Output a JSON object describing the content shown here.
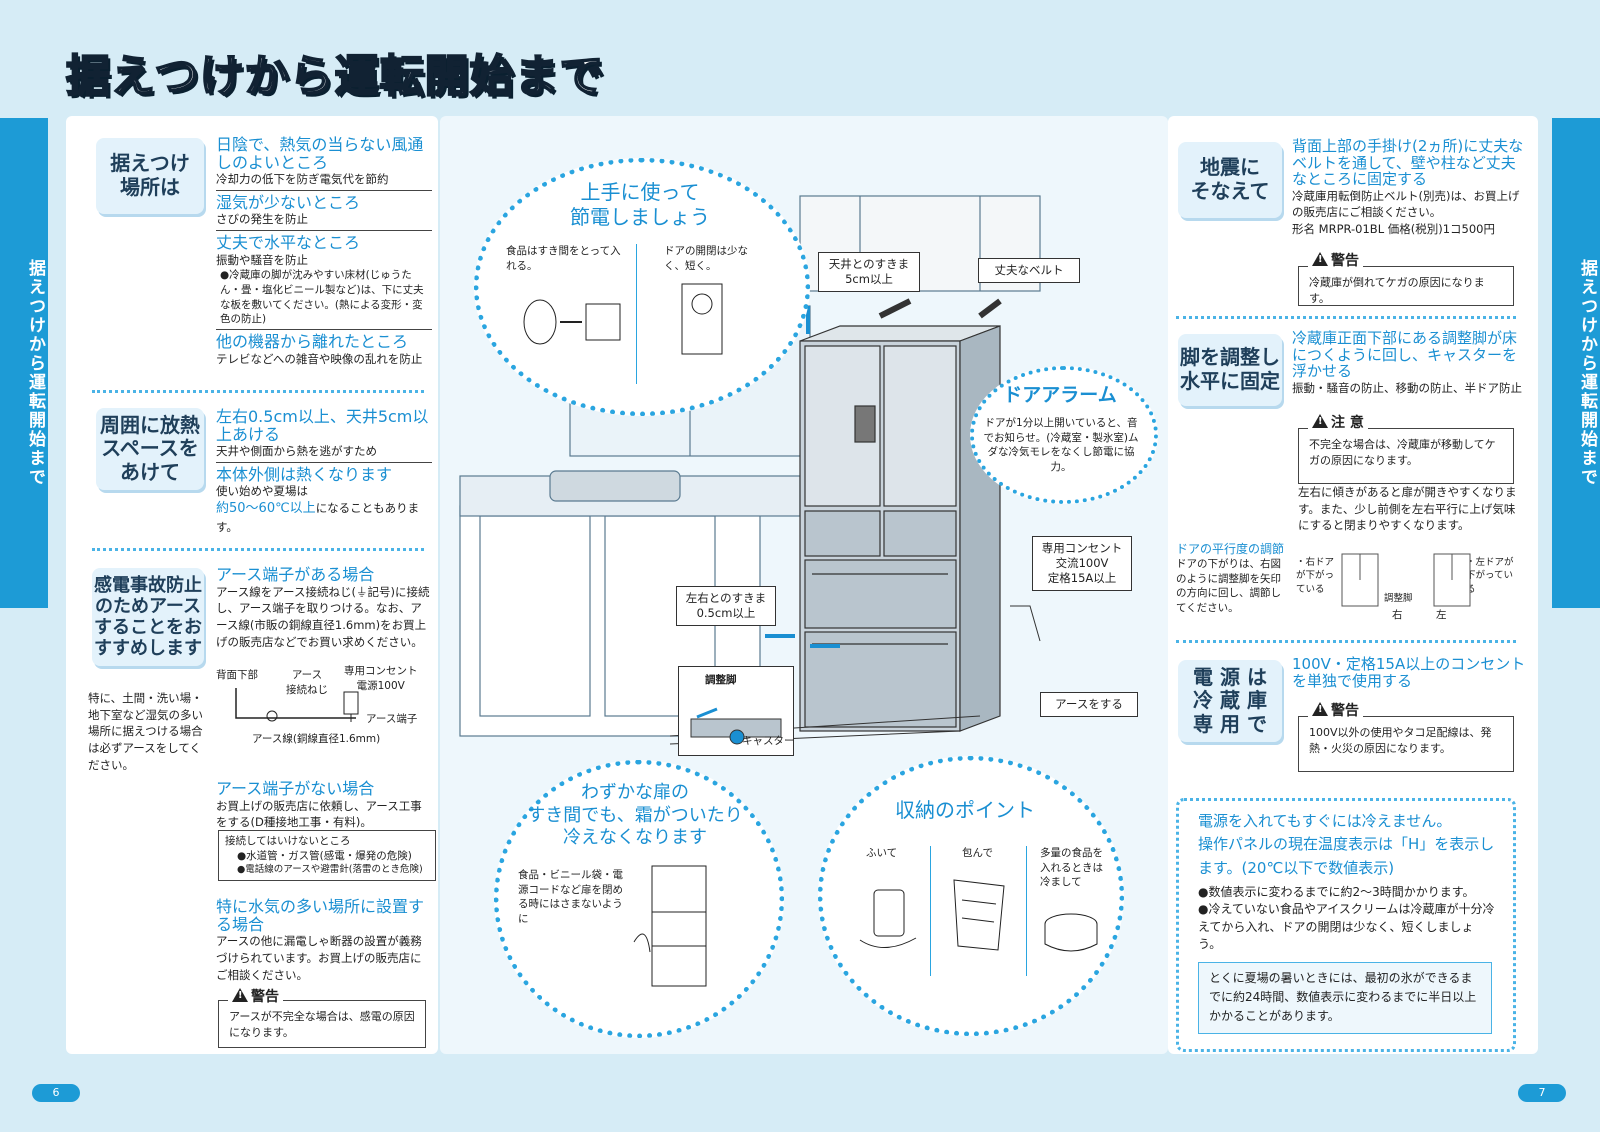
{
  "title": "据えつけから運転開始まで",
  "side_tab": "据えつけから運転開始まで",
  "page_left": "6",
  "page_right": "7",
  "left": {
    "sec1": {
      "label": "据えつけ\n場所は",
      "items": [
        {
          "h": "日陰で、熱気の当らない風通しのよいところ",
          "t": "冷却力の低下を防ぎ電気代を節約"
        },
        {
          "h": "湿気が少ないところ",
          "t": "さびの発生を防止"
        },
        {
          "h": "丈夫で水平なところ",
          "t": "振動や騒音を防止"
        },
        {
          "h": "他の機器から離れたところ",
          "t": "テレビなどへの雑音や映像の乱れを防止"
        }
      ],
      "note": "●冷蔵庫の脚が沈みやすい床材(じゅうたん・畳・塩化ビニール製など)は、下に丈夫な板を敷いてください。(熱による変形・変色の防止)"
    },
    "sec2": {
      "label": "周囲に放熱\nスペースを\nあけて",
      "h1": "左右0.5cm以上、天井5cm以上あける",
      "t1": "天井や側面から熱を逃がすため",
      "h2": "本体外側は熱くなります",
      "t2a": "使い始めや夏場は",
      "t2b": "約50〜60℃以上",
      "t2c": "になることもあります。"
    },
    "sec3": {
      "label": "感電事故防止\nのためアース\nすることをお\nすすめします",
      "side_note": "特に、土間・洗い場・地下室など湿気の多い場所に据えつける場合は必ずアースをしてください。",
      "h1": "アース端子がある場合",
      "t1": "アース線をアース接続ねじ(⏚記号)に接続し、アース端子を取りつける。なお、アース線(市販の銅線直径1.6mm)をお買上げの販売店などでお買い求めください。",
      "diagram": {
        "back": "背面下部",
        "screw": "アース\n接続ねじ",
        "outlet": "専用コンセント\n電源100V",
        "terminal": "アース端子",
        "wire": "アース線(銅線直径1.6mm)"
      },
      "h2": "アース端子がない場合",
      "t2": "お買上げの販売店に依頼し、アース工事をする(D種接地工事・有料)。",
      "ng_title": "接続してはいけないところ",
      "ng1": "●水道管・ガス管(感電・爆発の危険)",
      "ng2": "●電話線のアースや避雷針(落雷のとき危険)",
      "h3": "特に水気の多い場所に設置する場合",
      "t3": "アースの他に漏電しゃ断器の設置が義務づけられています。お買上げの販売店にご相談ください。",
      "warn_label": "警告",
      "warn_text": "アースが不完全な場合は、感電の原因になります。"
    }
  },
  "middle": {
    "circle1": {
      "title": "上手に使って\n節電しましょう",
      "t1": "食品はすき間をとって入れる。",
      "t2": "ドアの開閉は少なく、短く。"
    },
    "ceiling": "天井とのすきま\n5cm以上",
    "belt": "丈夫なベルト",
    "alarm": {
      "title": "ドアアラーム",
      "text": "ドアが1分以上開いていると、音でお知らせ。(冷蔵室・製氷室)ムダな冷気モレをなくし節電に協力。"
    },
    "outlet": "専用コンセント\n交流100V\n定格15A以上",
    "side_gap": "左右とのすきま\n0.5cm以上",
    "foot": "調整脚",
    "caster": "キャスター",
    "earth": "アースをする",
    "circle2": {
      "title": "わずかな扉の\nすき間でも、霜がついたり\n冷えなくなります",
      "text": "食品・ビニール袋・電源コードなど扉を閉める時にはさまないように"
    },
    "circle3": {
      "title": "収納のポイント",
      "a": "ふいて",
      "b": "包んで",
      "c": "多量の食品を入れるときは冷まして"
    }
  },
  "right": {
    "sec1": {
      "label": "地震に\nそなえて",
      "h": "背面上部の手掛け(2ヵ所)に丈夫なベルトを通して、壁や柱など丈夫なところに固定する",
      "t": "冷蔵庫用転倒防止ベルト(別売)は、お買上げの販売店にご相談ください。",
      "t2": "形名 MRPR-01BL 価格(税別)1コ500円",
      "warn_label": "警告",
      "warn_text": "冷蔵庫が倒れてケガの原因になります。"
    },
    "sec2": {
      "label": "脚を調整し\n水平に固定",
      "h": "冷蔵庫正面下部にある調整脚が床につくように回し、キャスターを浮かせる",
      "t": "振動・騒音の防止、移動の防止、半ドア防止",
      "warn_label": "注 意",
      "warn_text": "不完全な場合は、冷蔵庫が移動してケガの原因になります。",
      "t2": "左右に傾きがあると扉が開きやすくなります。また、少し前側を左右平行に上げ気味にすると閉まりやすくなります。",
      "adj_title": "ドアの平行度の調節",
      "adj_text": "ドアの下がりは、右図のように調整脚を矢印の方向に回し、調節してください。",
      "r_door": "・右ドアが下がっている",
      "l_door": "・左ドアが下がっている",
      "foot": "調整脚",
      "right": "右",
      "left": "左"
    },
    "sec3": {
      "label": "電 源 は\n冷 蔵 庫\n専 用 で",
      "h": "100V・定格15A以上のコンセントを単独で使用する",
      "warn_label": "警告",
      "warn_text": "100V以外の使用やタコ足配線は、発熱・火災の原因になります。"
    },
    "info": {
      "h1": "電源を入れてもすぐには冷えません。",
      "h2": "操作パネルの現在温度表示は「H」を表示します。(20℃以下で数値表示)",
      "b1": "●数値表示に変わるまでに約2〜3時間かかります。",
      "b2": "●冷えていない食品やアイスクリームは冷蔵庫が十分冷えてから入れ、ドアの開閉は少なく、短くしましょう。",
      "box": "とくに夏場の暑いときには、最初の氷ができるまでに約24時間、数値表示に変わるまでに半日以上かかることがあります。"
    }
  }
}
